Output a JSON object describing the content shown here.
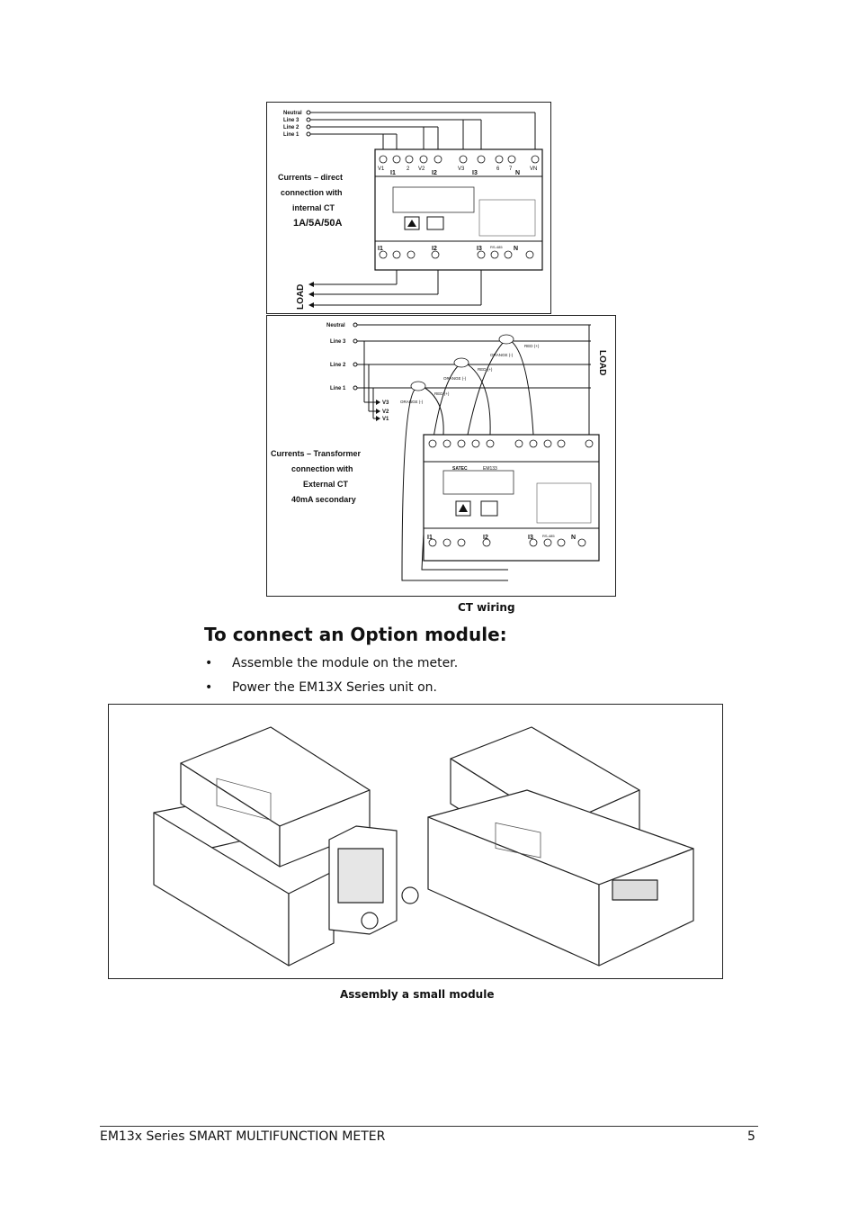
{
  "figure1": {
    "wires": [
      "Neutral",
      "Line 3",
      "Line 2",
      "Line 1"
    ],
    "label_lines": [
      "Currents – direct",
      "connection with",
      "internal CT",
      "1A/5A/50A"
    ],
    "load_label": "LOAD",
    "top_terminals": [
      "V1",
      "I1",
      "2",
      "V2",
      "I2",
      "V3",
      "I3",
      "6",
      "7",
      "N",
      "VN"
    ],
    "bottom_terminals": [
      "I1",
      "I2",
      "I3",
      "RS-485",
      "N"
    ]
  },
  "figure2": {
    "wires": [
      "Neutral",
      "Line 3",
      "Line 2",
      "Line 1"
    ],
    "voltage_taps": [
      "V3",
      "V2",
      "V1"
    ],
    "ct_leads": [
      "ORANGE (-)",
      "RED (+)"
    ],
    "label_lines": [
      "Currents – Transformer",
      "connection with",
      "External CT",
      "40mA secondary"
    ],
    "load_label": "LOAD",
    "brand": "SATEC",
    "model": "EM133",
    "bottom_terminals": [
      "I1",
      "I2",
      "I3",
      "RS-485",
      "N"
    ]
  },
  "captions": {
    "ct_wiring": "CT wiring",
    "assembly": "Assembly a small module"
  },
  "section": {
    "heading": "To connect an Option module:",
    "bullets": [
      "Assemble the module on the meter.",
      "Power the EM13X Series unit on."
    ]
  },
  "footer": {
    "title": "EM13x Series SMART MULTIFUNCTION METER",
    "page": "5"
  }
}
